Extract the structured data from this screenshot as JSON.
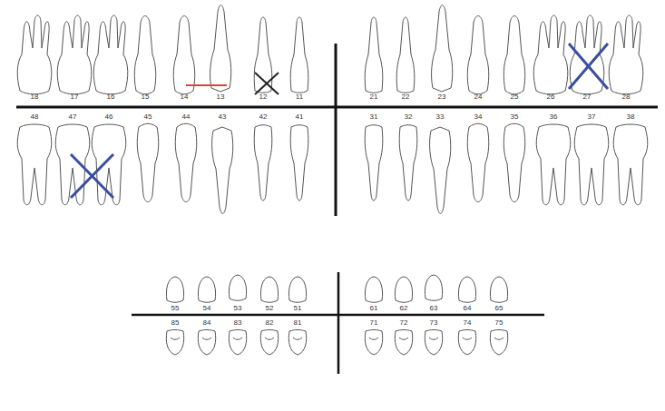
{
  "diagram": {
    "labels": [
      "18",
      "17",
      "16",
      "15",
      "14",
      "13",
      "12",
      "11",
      "21",
      "22",
      "23",
      "24",
      "25",
      "26",
      "27",
      "28",
      "48",
      "47",
      "46",
      "45",
      "44",
      "43",
      "42",
      "41",
      "31",
      "32",
      "33",
      "34",
      "35",
      "36",
      "37",
      "38",
      "55",
      "54",
      "53",
      "52",
      "51",
      "61",
      "62",
      "63",
      "64",
      "65",
      "85",
      "84",
      "83",
      "82",
      "81",
      "71",
      "72",
      "73",
      "74",
      "75"
    ]
  }
}
